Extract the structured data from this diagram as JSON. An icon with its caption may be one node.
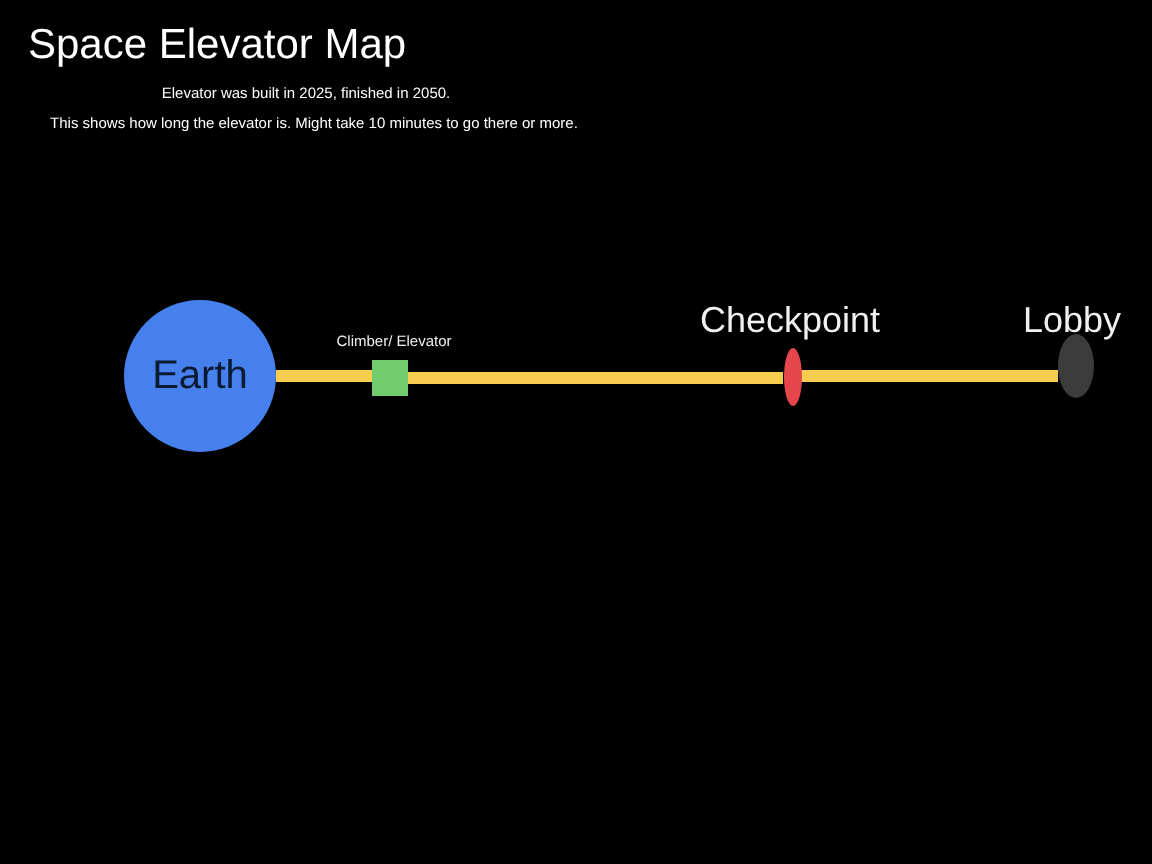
{
  "diagram": {
    "title": "Space Elevator Map",
    "nodes": [
      {
        "text": [
          "Earth"
        ]
      },
      {
        "text": [
          "Climber/ Elevator"
        ]
      },
      {
        "text": [
          "Checkpoint"
        ]
      },
      {
        "text": [
          "Lobby"
        ]
      }
    ],
    "edges": [
      {
        "from": 0,
        "to": 1,
        "arrow": "none"
      },
      {
        "from": 1,
        "to": 2,
        "arrow": "none"
      },
      {
        "from": 2,
        "to": 3,
        "arrow": "none"
      }
    ],
    "labels": [
      "Elevator was built in 2025, finished in 2050.",
      "This shows how long the elevator is. Might take 10 minutes to go there or more."
    ]
  }
}
